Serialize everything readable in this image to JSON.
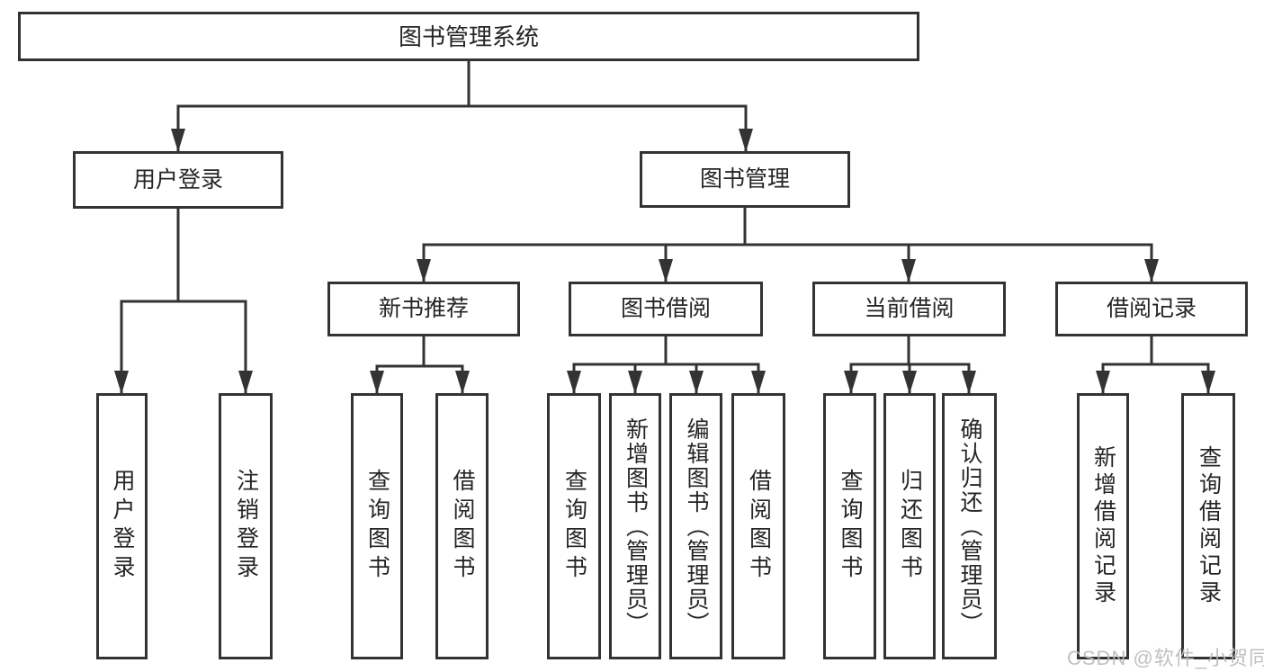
{
  "diagram": {
    "root": "图书管理系统",
    "level2": [
      {
        "label": "用户登录"
      },
      {
        "label": "图书管理"
      }
    ],
    "level3": [
      {
        "label": "新书推荐"
      },
      {
        "label": "图书借阅"
      },
      {
        "label": "当前借阅"
      },
      {
        "label": "借阅记录"
      }
    ],
    "leaves": {
      "user_login": [
        "用户登录",
        "注销登录"
      ],
      "new_book": [
        "查询图书",
        "借阅图书"
      ],
      "book_borrow": [
        "查询图书",
        "新增图书（管理员）",
        "编辑图书（管理员）",
        "借阅图书"
      ],
      "current_borrow": [
        "查询图书",
        "归还图书",
        "确认归还（管理员）"
      ],
      "borrow_records": [
        "新增借阅记录",
        "查询借阅记录"
      ]
    },
    "watermark": "CSDN @软件_小贺同学",
    "colors": {
      "line": "#333333",
      "background": "#ffffff",
      "watermark": "#b9b9b9"
    }
  }
}
